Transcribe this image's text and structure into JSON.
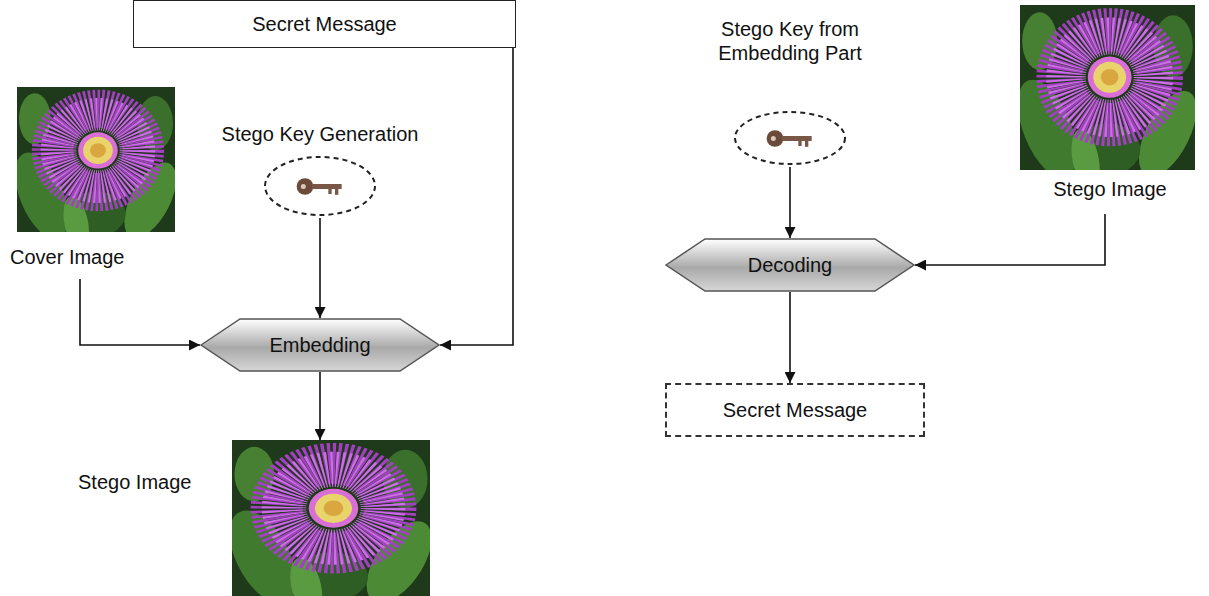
{
  "diagram": {
    "nodes": [
      {
        "text": [
          "Secret Message"
        ]
      },
      {
        "text": [
          "Cover Image"
        ]
      },
      {
        "text": [
          "Stego Key Generation"
        ]
      },
      {
        "text": [
          "Embedding"
        ]
      },
      {
        "text": [
          "Stego Image"
        ]
      },
      {
        "text": [
          "Stego Key from Embedding Part"
        ]
      },
      {
        "text": [
          "Stego Image"
        ]
      },
      {
        "text": [
          "Decoding"
        ]
      },
      {
        "text": [
          "Secret Message"
        ]
      }
    ],
    "edges": [
      {
        "from": 0,
        "to": 3,
        "arrow": "to"
      },
      {
        "from": 1,
        "to": 3,
        "arrow": "to"
      },
      {
        "from": 2,
        "to": 3,
        "arrow": "to"
      },
      {
        "from": 3,
        "to": 4,
        "arrow": "to"
      },
      {
        "from": 5,
        "to": 7,
        "arrow": "to"
      },
      {
        "from": 6,
        "to": 7,
        "arrow": "to"
      },
      {
        "from": 7,
        "to": 8,
        "arrow": "to"
      }
    ]
  }
}
